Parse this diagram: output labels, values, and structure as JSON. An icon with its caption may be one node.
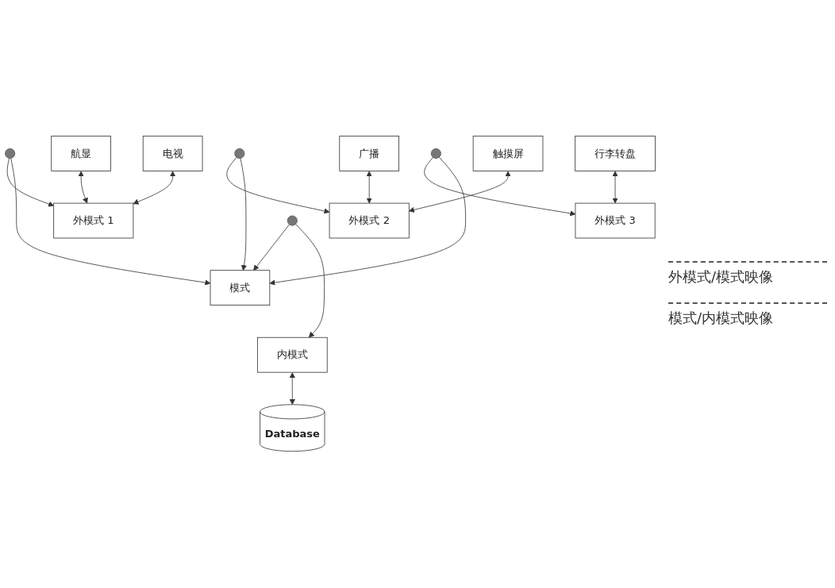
{
  "diagram": {
    "nodes": [
      {
        "text": [
          "航显"
        ]
      },
      {
        "text": [
          "电视"
        ]
      },
      {
        "text": [
          "广播"
        ]
      },
      {
        "text": [
          "触摸屏"
        ]
      },
      {
        "text": [
          "行李转盘"
        ]
      },
      {
        "text": [
          "外模式 1"
        ]
      },
      {
        "text": [
          "外模式 2"
        ]
      },
      {
        "text": [
          "外模式 3"
        ]
      },
      {
        "text": [],
        "shape": "circle"
      },
      {
        "text": [],
        "shape": "circle"
      },
      {
        "text": [],
        "shape": "circle"
      },
      {
        "text": [
          "模式"
        ]
      },
      {
        "text": [],
        "shape": "circle"
      },
      {
        "text": [
          "内模式"
        ]
      },
      {
        "text": [
          "Database"
        ]
      }
    ],
    "edges": [
      {
        "from": 0,
        "to": 5,
        "arrow": "both"
      },
      {
        "from": 1,
        "to": 5,
        "arrow": "both"
      },
      {
        "from": 2,
        "to": 6,
        "arrow": "both"
      },
      {
        "from": 3,
        "to": 6,
        "arrow": "both"
      },
      {
        "from": 4,
        "to": 7,
        "arrow": "both"
      },
      {
        "from": 8,
        "to": 5,
        "arrow": "to"
      },
      {
        "from": 8,
        "to": 11,
        "arrow": "to"
      },
      {
        "from": 9,
        "to": 6,
        "arrow": "to"
      },
      {
        "from": 9,
        "to": 11,
        "arrow": "to"
      },
      {
        "from": 10,
        "to": 7,
        "arrow": "to"
      },
      {
        "from": 10,
        "to": 11,
        "arrow": "to"
      },
      {
        "from": 12,
        "to": 11,
        "arrow": "to"
      },
      {
        "from": 12,
        "to": 13,
        "arrow": "to"
      },
      {
        "from": 13,
        "to": 14,
        "arrow": "both"
      }
    ],
    "labels": [
      "外模式/模式映像",
      "模式/内模式映像"
    ]
  }
}
